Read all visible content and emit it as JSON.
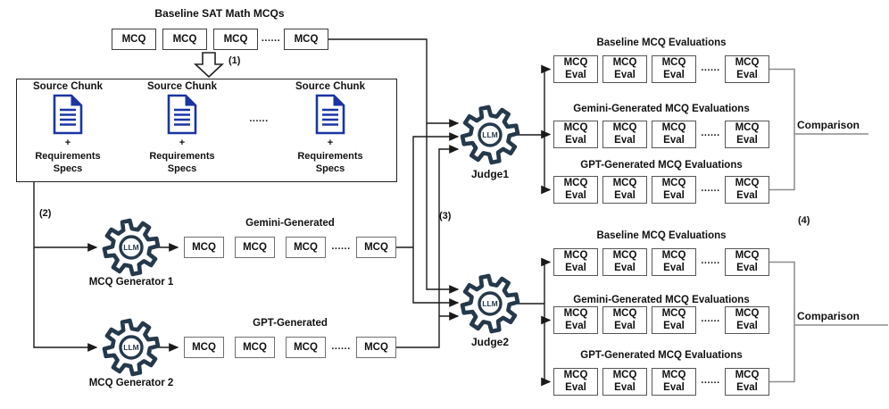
{
  "diagram": {
    "colors": {
      "line": "#1a1a1a",
      "gear": "#25394b",
      "doc": "#1b35a3",
      "bracket": "#8c8c8c"
    },
    "labels": {
      "mcq": "MCQ",
      "eval": "Eval",
      "dots": "......",
      "llm": "LLM",
      "plus": "+"
    },
    "steps": {
      "s1": "(1)",
      "s2": "(2)",
      "s3": "(3)",
      "s4": "(4)"
    },
    "baseline": {
      "title": "Baseline SAT Math MCQs"
    },
    "source": {
      "chunk_title": "Source Chunk",
      "req_line1": "Requirements",
      "req_line2": "Specs"
    },
    "generators": {
      "gen1": {
        "name": "MCQ Generator 1",
        "output_title": "Gemini-Generated"
      },
      "gen2": {
        "name": "MCQ Generator 2",
        "output_title": "GPT-Generated"
      }
    },
    "judges": {
      "judge1": {
        "name": "Judge1",
        "sections": {
          "baseline": "Baseline MCQ Evaluations",
          "gemini": "Gemini-Generated MCQ Evaluations",
          "gpt": "GPT-Generated MCQ Evaluations"
        },
        "comparison": "Comparison"
      },
      "judge2": {
        "name": "Judge2",
        "sections": {
          "baseline": "Baseline MCQ Evaluations",
          "gemini": "Gemini-Generated MCQ Evaluations",
          "gpt": "GPT-Generated MCQ Evaluations"
        },
        "comparison": "Comparison"
      }
    }
  }
}
